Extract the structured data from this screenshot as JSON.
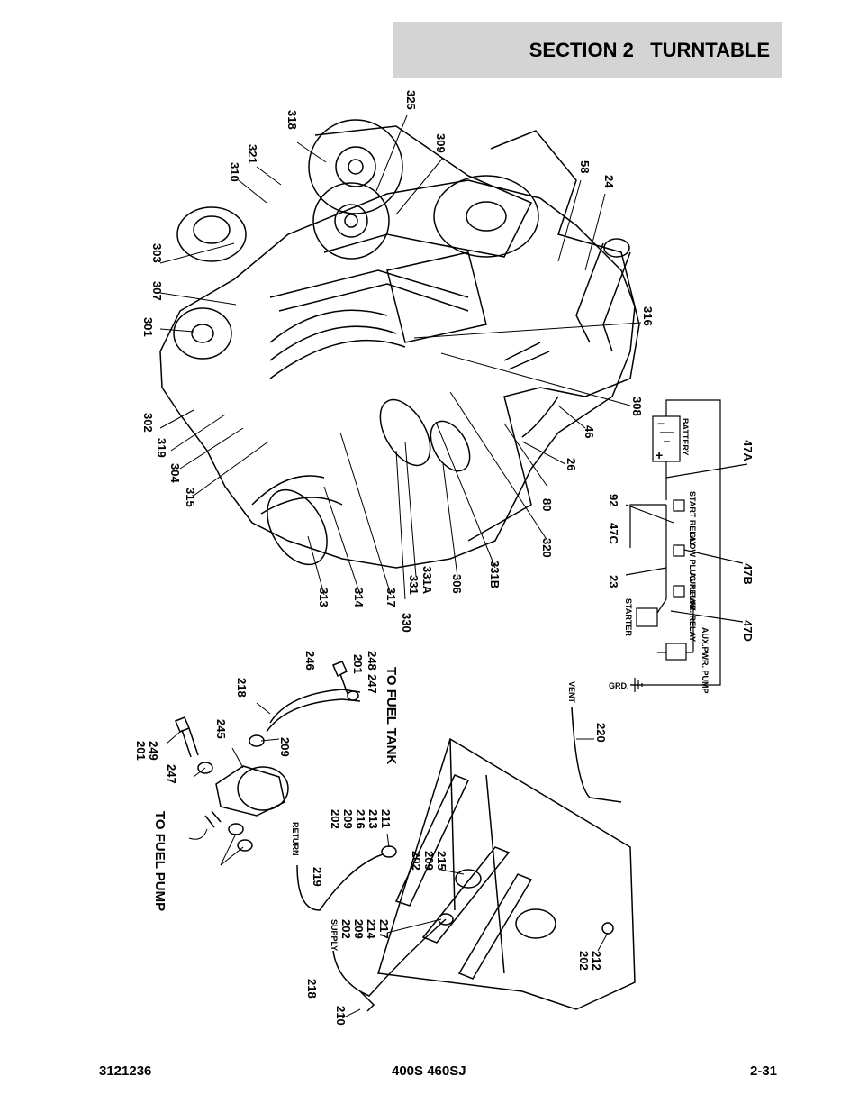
{
  "header": {
    "section": "SECTION 2",
    "title": "TURNTABLE"
  },
  "footer": {
    "part_number": "3121236",
    "model": "400S 460SJ",
    "page": "2-31"
  },
  "engine_callouts": [
    "325",
    "318",
    "321",
    "310",
    "309",
    "303",
    "307",
    "301",
    "302",
    "319",
    "304",
    "315",
    "313",
    "314",
    "317",
    "330",
    "331",
    "331A",
    "306",
    "331B",
    "320",
    "80",
    "26",
    "46",
    "308",
    "316",
    "58",
    "24"
  ],
  "fuel_callouts": [
    "201",
    "249",
    "247",
    "245",
    "218",
    "209",
    "246",
    "201",
    "248",
    "247",
    "219",
    "218",
    "210",
    "202",
    "209",
    "216",
    "213",
    "211",
    "202",
    "209",
    "215",
    "202",
    "209",
    "214",
    "217",
    "220",
    "202",
    "212"
  ],
  "fuel_labels": {
    "to_fuel_pump": "TO FUEL PUMP",
    "to_fuel_tank": "TO FUEL TANK",
    "return": "RETURN",
    "supply": "SUPPLY",
    "vent": "VENT"
  },
  "wiring_labels": {
    "battery": "BATTERY",
    "start_relay": "START RELAY",
    "glow_plug_relay": "GLOW PLUG RELAY",
    "aux_pwr_relay": "AUX.PWR. RELAY",
    "starter": "STARTER",
    "aux_pwr_pump": "AUX.PWR. PUMP",
    "grd": "GRD.",
    "plus": "+",
    "minus": "−"
  },
  "wiring_callouts": [
    "92",
    "47C",
    "23",
    "47A",
    "47B",
    "47D"
  ]
}
